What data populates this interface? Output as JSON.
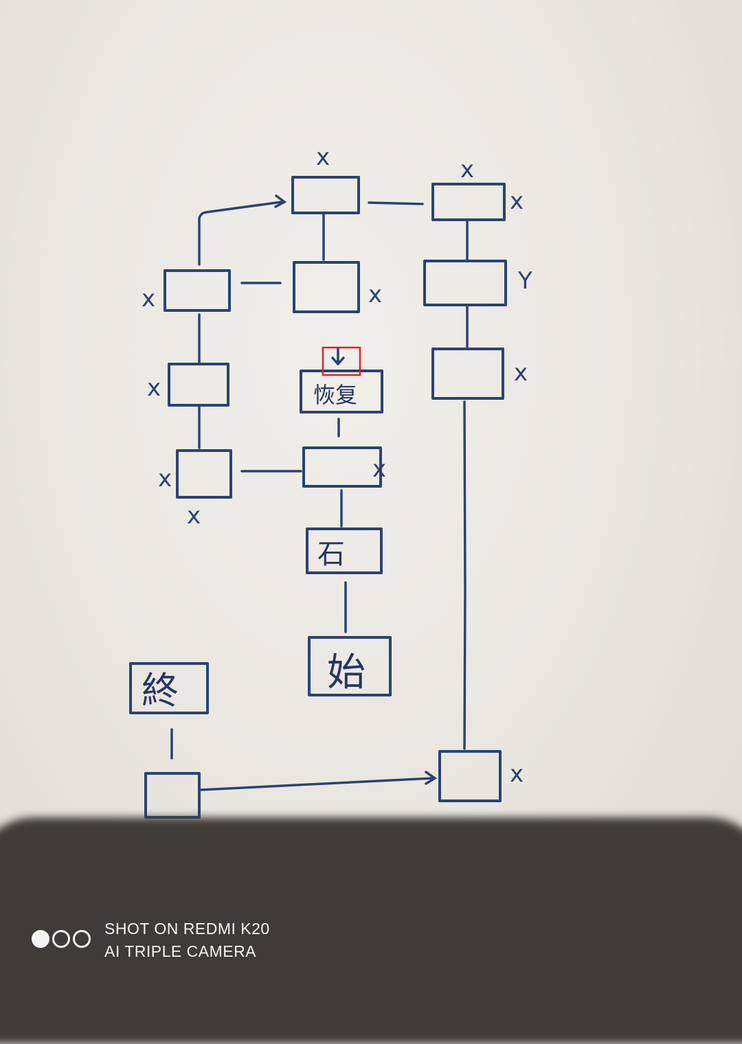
{
  "diagram": {
    "cross_mark": "x",
    "cross_mark_alt": "Y",
    "box_labels": {
      "recover": "恢复",
      "stone": "石",
      "start": "始",
      "end": "終"
    }
  },
  "watermark": {
    "line1": "SHOT ON REDMI K20",
    "line2": "AI TRIPLE CAMERA"
  },
  "colors": {
    "ink": "#2d4270",
    "red_ink": "#d8242b",
    "paper": "#ece9e3"
  }
}
